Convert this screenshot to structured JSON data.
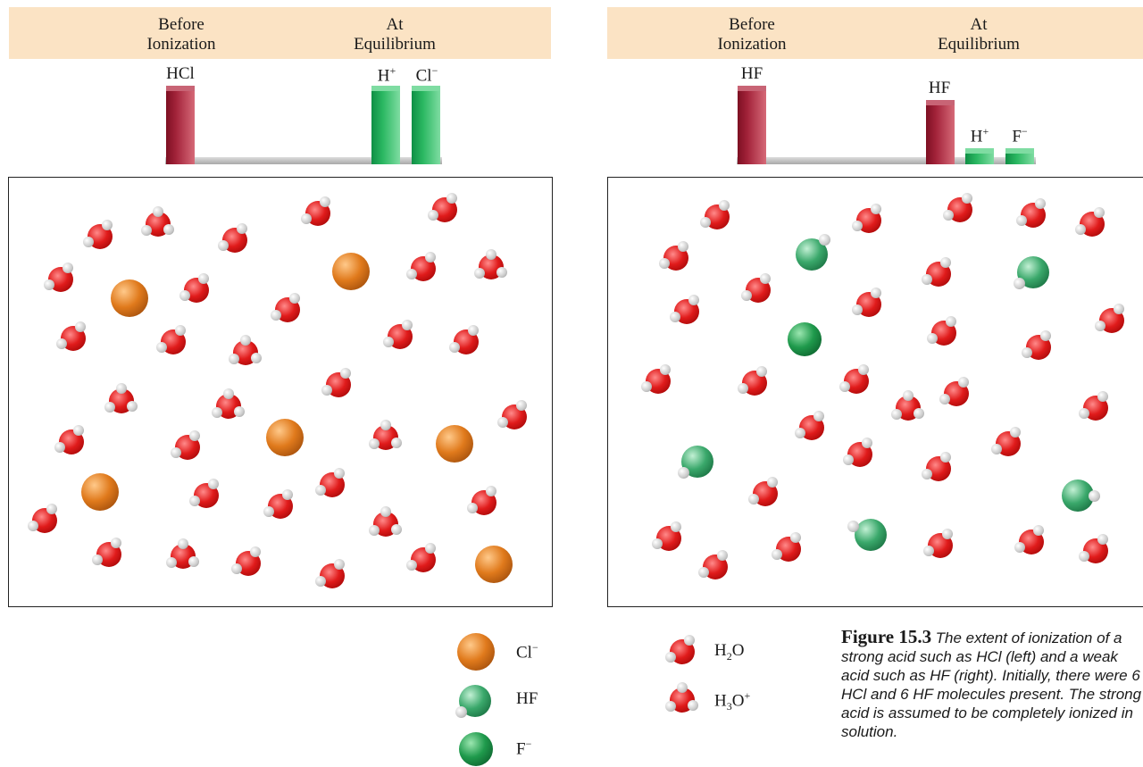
{
  "left_panel": {
    "header": {
      "before_line1": "Before",
      "before_line2": "Ionization",
      "at_line1": "At",
      "at_line2": "Equilibrium"
    },
    "bars": [
      {
        "label": "HCl",
        "amount": 6
      },
      {
        "label": "H",
        "sup": "+",
        "amount": 6
      },
      {
        "label": "Cl",
        "sup": "−",
        "amount": 6
      }
    ]
  },
  "right_panel": {
    "header": {
      "before_line1": "Before",
      "before_line2": "Ionization",
      "at_line1": "At",
      "at_line2": "Equilibrium"
    },
    "bars": [
      {
        "label": "HF",
        "amount": 6
      },
      {
        "label": "HF",
        "amount": 4.7
      },
      {
        "label": "H",
        "sup": "+",
        "amount": 1.1
      },
      {
        "label": "F",
        "sup": "−",
        "amount": 1.1
      }
    ]
  },
  "legend": {
    "cl": "Cl",
    "cl_sup": "−",
    "hf": "HF",
    "f": "F",
    "f_sup": "−",
    "h2o_a": "H",
    "h2o_sub": "2",
    "h2o_b": "O",
    "h3o_a": "H",
    "h3o_sub": "3",
    "h3o_b": "O",
    "h3o_sup": "+"
  },
  "caption": {
    "title": "Figure 15.3",
    "body": "The extent of ionization of a strong acid such as HCl (left) and a weak acid such as HF (right). Initially, there were 6 HCl and 6 HF molecules present. The strong acid is assumed to be completely ionized in solution."
  }
}
